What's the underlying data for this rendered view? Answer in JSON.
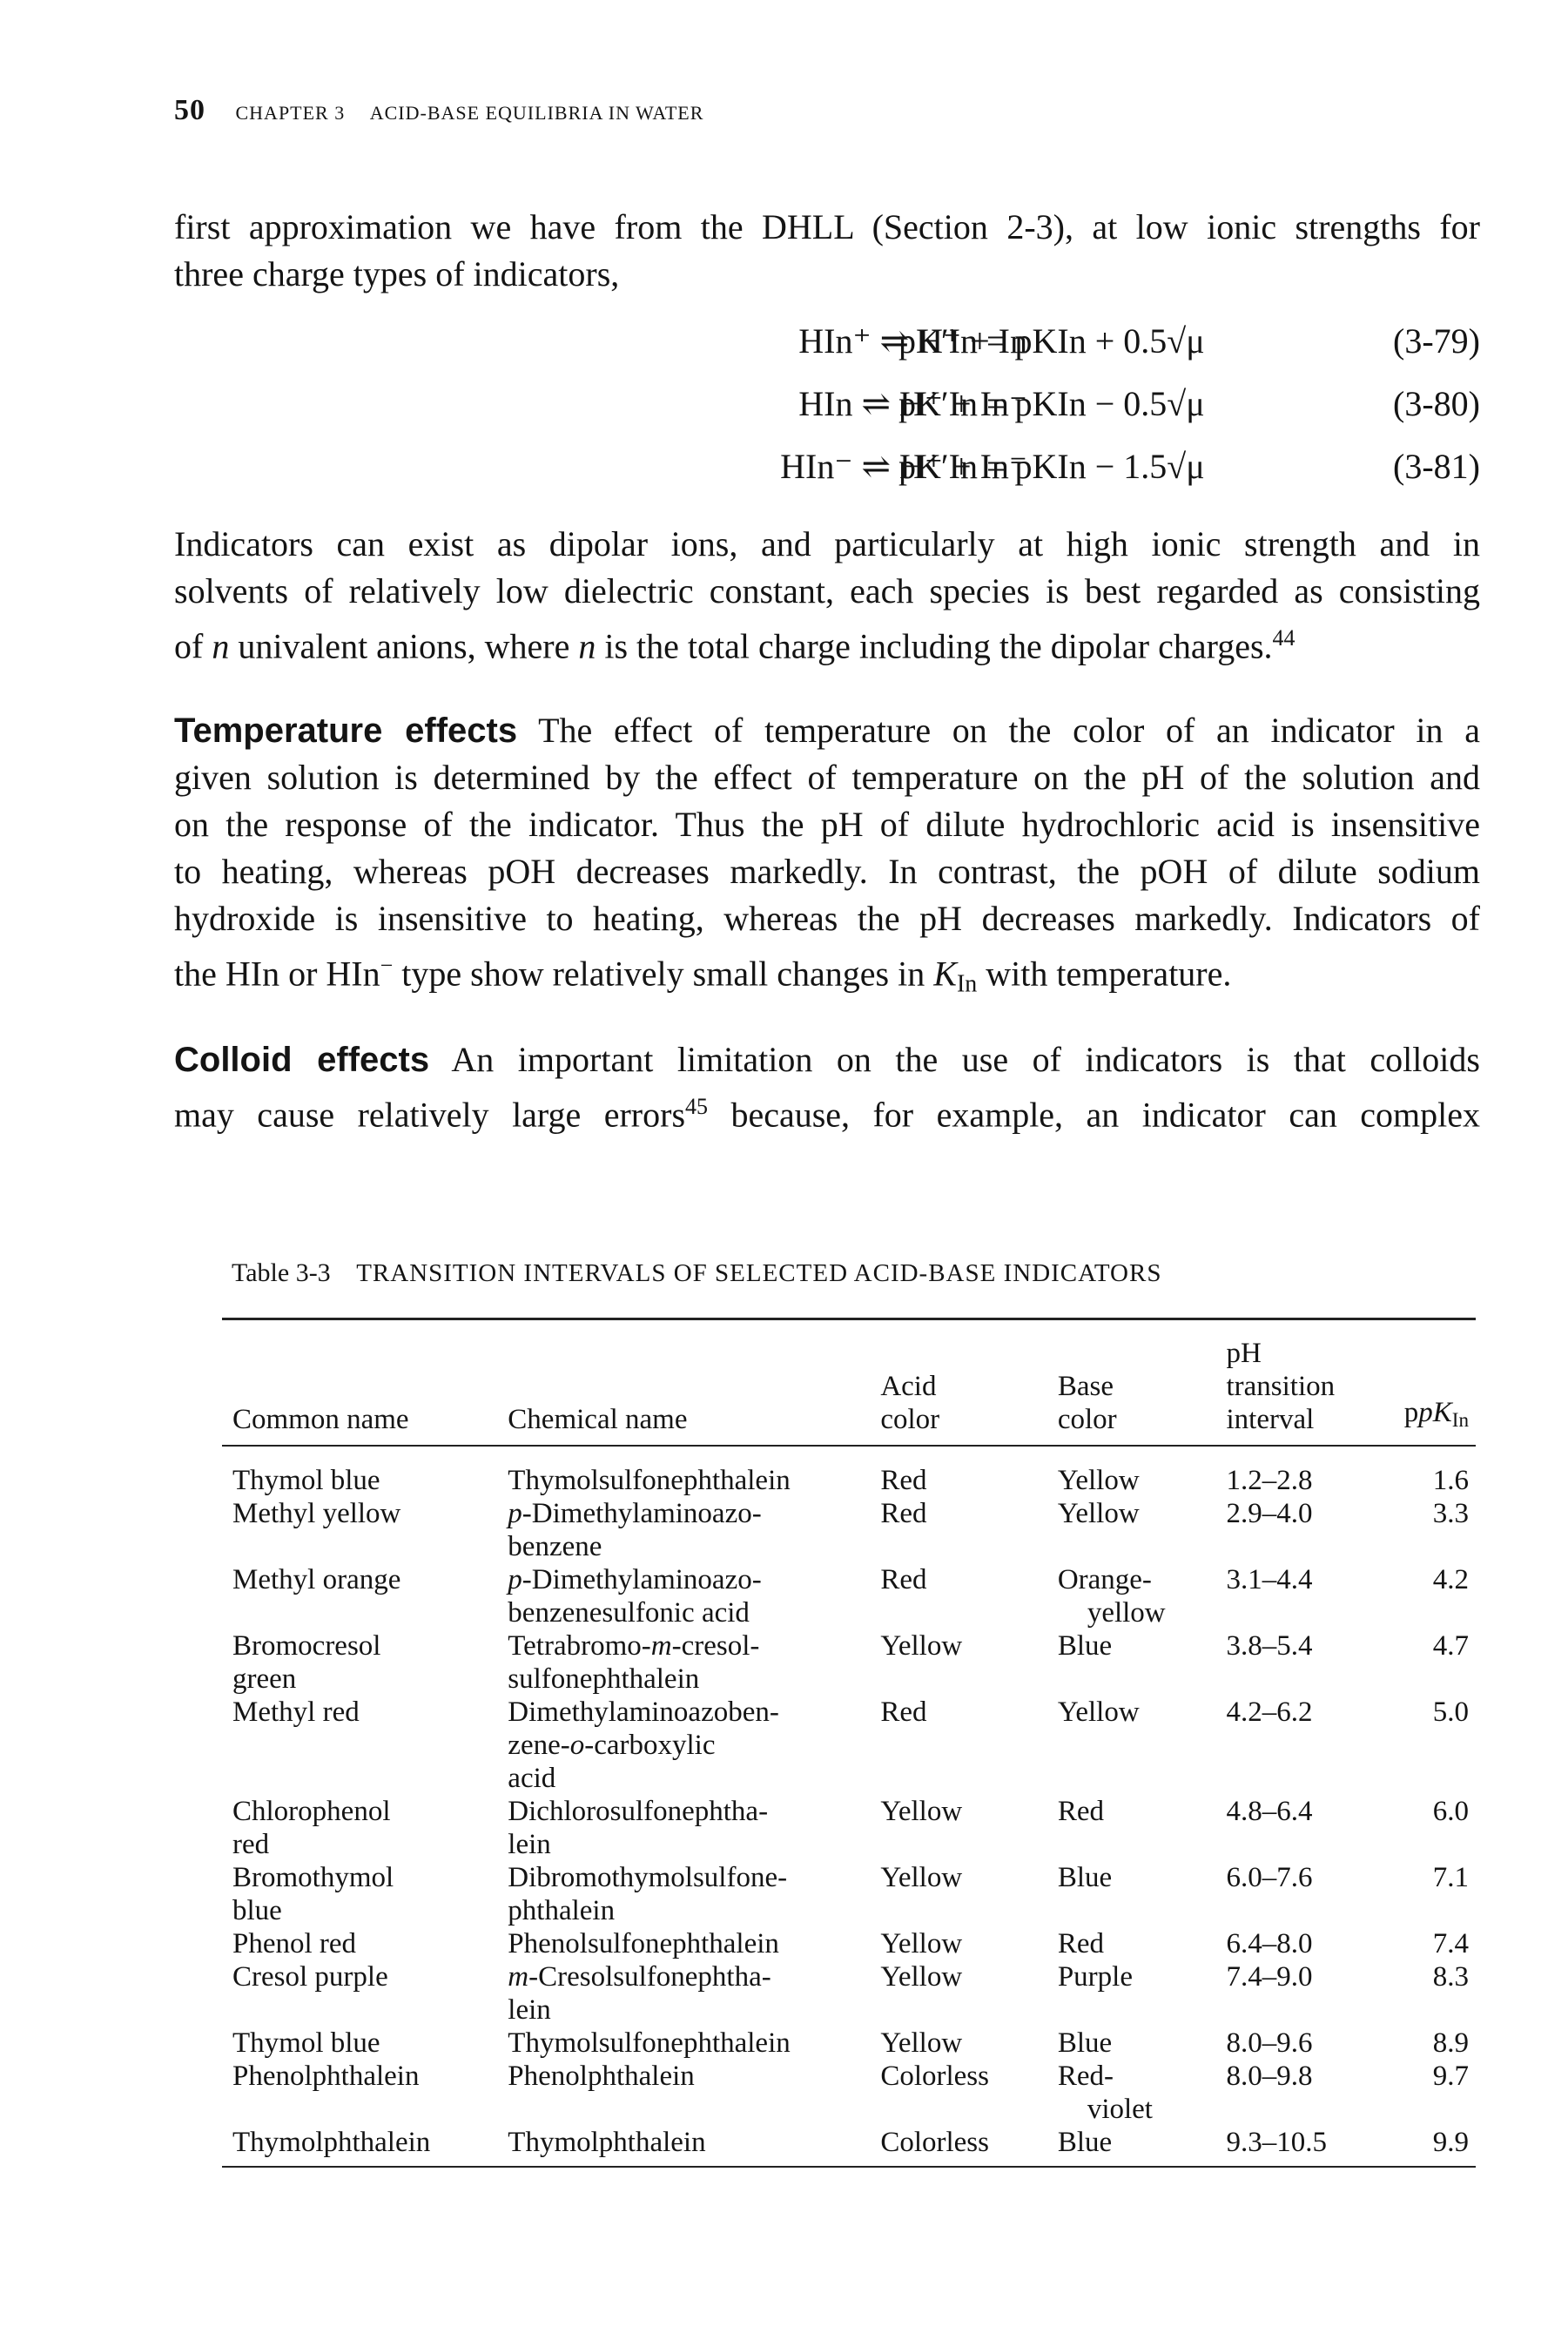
{
  "header": {
    "page_number": "50",
    "chapter": "CHAPTER 3",
    "title": "ACID-BASE EQUILIBRIA IN WATER"
  },
  "paragraph_1": {
    "line_1": "first approximation we have from the DHLL (Section 2-3), at low ionic strengths for",
    "line_2": "three charge types of indicators,"
  },
  "equations": [
    {
      "reaction": "HIn⁺ ⇌ H⁺ + In",
      "relation": "pK′In = pKIn + 0.5√μ",
      "number": "(3-79)"
    },
    {
      "reaction": "HIn ⇌ H⁺ + In⁻",
      "relation": "pK′In = pKIn − 0.5√μ",
      "number": "(3-80)"
    },
    {
      "reaction": "HIn⁻ ⇌ H⁺ + In⁼",
      "relation": "pK′In = pKIn − 1.5√μ",
      "number": "(3-81)"
    }
  ],
  "paragraph_2": {
    "line_1": "Indicators can exist as dipolar ions, and particularly at high ionic strength and in",
    "line_2": "solvents of relatively low dielectric constant, each species is best regarded as consisting",
    "line_3_a": "of ",
    "n_1": "n",
    "line_3_b": " univalent anions, where ",
    "n_2": "n",
    "line_3_c": " is the total charge including the dipolar charges.",
    "ref": "44"
  },
  "paragraph_3": {
    "heading": "Temperature effects",
    "line_1": " The effect of temperature on the color of an indicator in a",
    "line_2": "given solution is determined by the effect of temperature on the pH of the solution and",
    "line_3": "on the response of the indicator. Thus the pH of dilute hydrochloric acid is insensitive",
    "line_4": "to heating, whereas pOH decreases markedly. In contrast, the pOH of dilute sodium",
    "line_5": "hydroxide is insensitive to heating, whereas the pH decreases markedly. Indicators of",
    "line_6_a": "the HIn or HIn",
    "line_6_sup": "−",
    "line_6_b": " type show relatively small changes in ",
    "k_sym": "K",
    "k_sub": "In",
    "line_6_c": " with temperature."
  },
  "paragraph_4": {
    "heading": "Colloid effects",
    "line_1": " An important limitation on the use of indicators is that colloids",
    "line_2_a": "may cause relatively large errors",
    "ref": "45",
    "line_2_b": " because, for example, an indicator can complex"
  },
  "table": {
    "label": "Table 3-3",
    "title": "TRANSITION INTERVALS OF SELECTED ACID-BASE INDICATORS",
    "columns": {
      "common_name": "Common name",
      "chemical_name": "Chemical name",
      "acid_color_1": "Acid",
      "acid_color_2": "color",
      "base_color_1": "Base",
      "base_color_2": "color",
      "interval_1": "pH",
      "interval_2": "transition",
      "interval_3": "interval",
      "pk": "pK",
      "pk_sub": "In"
    },
    "rows": [
      {
        "common": [
          "Thymol blue"
        ],
        "chemical": [
          "Thymolsulfonephthalein"
        ],
        "acid": "Red",
        "base": [
          "Yellow"
        ],
        "interval": "1.2–2.8",
        "pk": "1.6"
      },
      {
        "common": [
          "Methyl yellow"
        ],
        "chemical": [
          "p-Dimethylaminoazo-",
          "benzene"
        ],
        "acid": "Red",
        "base": [
          "Yellow"
        ],
        "interval": "2.9–4.0",
        "pk": "3.3"
      },
      {
        "common": [
          "Methyl orange"
        ],
        "chemical": [
          "p-Dimethylaminoazo-",
          "benzenesulfonic acid"
        ],
        "acid": "Red",
        "base": [
          "Orange-",
          "yellow"
        ],
        "interval": "3.1–4.4",
        "pk": "4.2"
      },
      {
        "common": [
          "Bromocresol",
          "green"
        ],
        "chemical": [
          "Tetrabromo-m-cresol-",
          "sulfonephthalein"
        ],
        "acid": "Yellow",
        "base": [
          "Blue"
        ],
        "interval": "3.8–5.4",
        "pk": "4.7"
      },
      {
        "common": [
          "Methyl red"
        ],
        "chemical": [
          "Dimethylaminoazoben-",
          "zene-o-carboxylic",
          "acid"
        ],
        "acid": "Red",
        "base": [
          "Yellow"
        ],
        "interval": "4.2–6.2",
        "pk": "5.0"
      },
      {
        "common": [
          "Chlorophenol",
          "red"
        ],
        "chemical": [
          "Dichlorosulfonephtha-",
          "lein"
        ],
        "acid": "Yellow",
        "base": [
          "Red"
        ],
        "interval": "4.8–6.4",
        "pk": "6.0"
      },
      {
        "common": [
          "Bromothymol",
          "blue"
        ],
        "chemical": [
          "Dibromothymolsulfone-",
          "phthalein"
        ],
        "acid": "Yellow",
        "base": [
          "Blue"
        ],
        "interval": "6.0–7.6",
        "pk": "7.1"
      },
      {
        "common": [
          "Phenol red"
        ],
        "chemical": [
          "Phenolsulfonephthalein"
        ],
        "acid": "Yellow",
        "base": [
          "Red"
        ],
        "interval": "6.4–8.0",
        "pk": "7.4"
      },
      {
        "common": [
          "Cresol purple"
        ],
        "chemical": [
          "m-Cresolsulfonephtha-",
          "lein"
        ],
        "acid": "Yellow",
        "base": [
          "Purple"
        ],
        "interval": "7.4–9.0",
        "pk": "8.3"
      },
      {
        "common": [
          "Thymol blue"
        ],
        "chemical": [
          "Thymolsulfonephthalein"
        ],
        "acid": "Yellow",
        "base": [
          "Blue"
        ],
        "interval": "8.0–9.6",
        "pk": "8.9"
      },
      {
        "common": [
          "Phenolphthalein"
        ],
        "chemical": [
          "Phenolphthalein"
        ],
        "acid": "Colorless",
        "base": [
          "Red-",
          "violet"
        ],
        "interval": "8.0–9.8",
        "pk": "9.7"
      },
      {
        "common": [
          "Thymolphthalein"
        ],
        "chemical": [
          "Thymolphthalein"
        ],
        "acid": "Colorless",
        "base": [
          "Blue"
        ],
        "interval": "9.3–10.5",
        "pk": "9.9"
      }
    ]
  }
}
